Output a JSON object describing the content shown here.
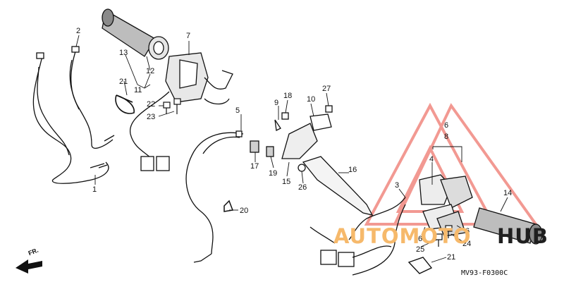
{
  "diagram": {
    "callouts": [
      {
        "id": "c-1",
        "text": "1"
      },
      {
        "id": "c-2",
        "text": "2"
      },
      {
        "id": "c-3",
        "text": "3"
      },
      {
        "id": "c-4",
        "text": "4"
      },
      {
        "id": "c-5",
        "text": "5"
      },
      {
        "id": "c-6a",
        "text": "6"
      },
      {
        "id": "c-6b",
        "text": "6"
      },
      {
        "id": "c-6c",
        "text": "6"
      },
      {
        "id": "c-7",
        "text": "7"
      },
      {
        "id": "c-8",
        "text": "8"
      },
      {
        "id": "c-9",
        "text": "9"
      },
      {
        "id": "c-10",
        "text": "10"
      },
      {
        "id": "c-11",
        "text": "11"
      },
      {
        "id": "c-12",
        "text": "12"
      },
      {
        "id": "c-13",
        "text": "13"
      },
      {
        "id": "c-14",
        "text": "14"
      },
      {
        "id": "c-15",
        "text": "15"
      },
      {
        "id": "c-16",
        "text": "16"
      },
      {
        "id": "c-17",
        "text": "17"
      },
      {
        "id": "c-18",
        "text": "18"
      },
      {
        "id": "c-19",
        "text": "19"
      },
      {
        "id": "c-20",
        "text": "20"
      },
      {
        "id": "c-21a",
        "text": "21"
      },
      {
        "id": "c-21b",
        "text": "21"
      },
      {
        "id": "c-22",
        "text": "22"
      },
      {
        "id": "c-23",
        "text": "23"
      },
      {
        "id": "c-24",
        "text": "24"
      },
      {
        "id": "c-25",
        "text": "25"
      },
      {
        "id": "c-26",
        "text": "26"
      },
      {
        "id": "c-27",
        "text": "27"
      }
    ],
    "diagram_code": "MV93-F0300C",
    "direction_label": "FR.",
    "watermark": {
      "text_left": "AUTOMOTO",
      "text_right": "HUB",
      "color_left": "#f6b96b",
      "color_right": "#1f1f1f",
      "triangle_color": "#e23b2e"
    }
  }
}
